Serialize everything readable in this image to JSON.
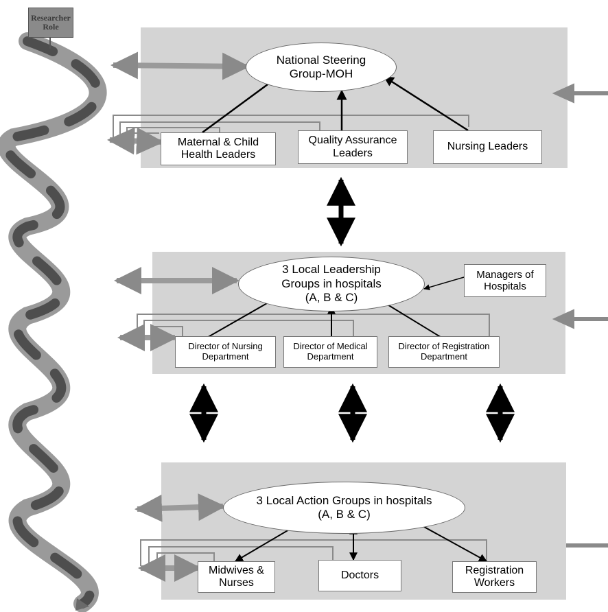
{
  "researcher_role": {
    "label": "Researcher\nRole"
  },
  "colors": {
    "panel": "#d4d4d4",
    "spiral_dark": "#555555",
    "spiral_light": "#9a9a9a",
    "arrow_black": "#000000"
  },
  "level_national": {
    "steering_group": "National Steering\nGroup-MOH",
    "members": [
      {
        "label": "Maternal & Child\nHealth Leaders"
      },
      {
        "label": "Quality Assurance\nLeaders"
      },
      {
        "label": "Nursing Leaders"
      }
    ]
  },
  "level_leadership": {
    "group": "3 Local Leadership\nGroups in hospitals\n(A, B & C)",
    "managers": "Managers of\nHospitals",
    "members": [
      {
        "label": "Director of Nursing\nDepartment"
      },
      {
        "label": "Director of Medical\nDepartment"
      },
      {
        "label": "Director of Registration\nDepartment"
      }
    ]
  },
  "level_action": {
    "group": "3 Local Action Groups in hospitals\n(A, B & C)",
    "members": [
      {
        "label": "Midwives &\nNurses"
      },
      {
        "label": "Doctors"
      },
      {
        "label": "Registration\nWorkers"
      }
    ]
  }
}
